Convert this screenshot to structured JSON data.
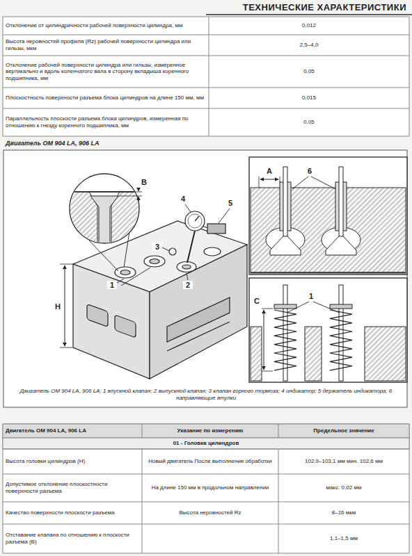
{
  "diagram": {
    "title": "ТЕХНИЧЕСКИЕ ХАРАКТЕРИСТИКИ",
    "caption": "Двигатель ОМ 904 LA, 906 LA: 1 впускной клапан; 2 выпускной клапан; 3 клапан горного тормоза; 4 индикатор; 5 держатель индикатора; 6 направляющие втулки",
    "labels": [
      "Отклонение от цилиндричности рабочей поверхности цилиндра, мм",
      "0,012",
      "Высота неровностей профиля (Rz) рабочей поверхности цилиндра или гильзы, мкм",
      "2,5–4,0",
      "Отклонение рабочей поверхности цилиндра или гильзы, измеренное вертикально и вдоль коленчатого вала в сторону вкладыша коренного подшипника, мм",
      "0,05",
      "Плоскостность поверхности разъема блока цилиндров на длине 150 мм, мм",
      "0,015",
      "Параллельность плоскости разъема блока цилиндров, измеренная по отношению к гнезду коренного подшипника, мм",
      "0,05",
      "Двигатель ОМ 904 LA, 906 LA",
      "B",
      "4",
      "5",
      "3",
      "1",
      "2",
      "H",
      "A",
      "6",
      "C",
      "1",
      "Двигатель ОМ 904 LA, 906 LA",
      "Указание по измерению",
      "Предельное значение",
      "01 - Головка цилиндров",
      "Высота головки цилиндров (H)",
      "Новый двигатель После выполнения обработки",
      "102,9–103,1 мм мин. 102,6 мм",
      "Допустимое отклонение плоскостности поверхности разъема",
      "На длине 150 мм в продольном направлении",
      "макс. 0,02 мм",
      "Качество поверхности плоскости разъема",
      "Высота неровностей Rz",
      "8–16 мкм",
      "Отставание клапана по отношению к плоскости разъема (B)",
      "1,1–1,5 мм"
    ]
  }
}
